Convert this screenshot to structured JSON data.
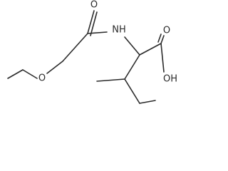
{
  "molecule": {
    "atom_labels": {
      "ether_oxygen": "O",
      "amide_oxygen": "O",
      "amide_nitrogen": "NH",
      "acid_oxygen": "O",
      "hydroxyl": "OH"
    }
  }
}
